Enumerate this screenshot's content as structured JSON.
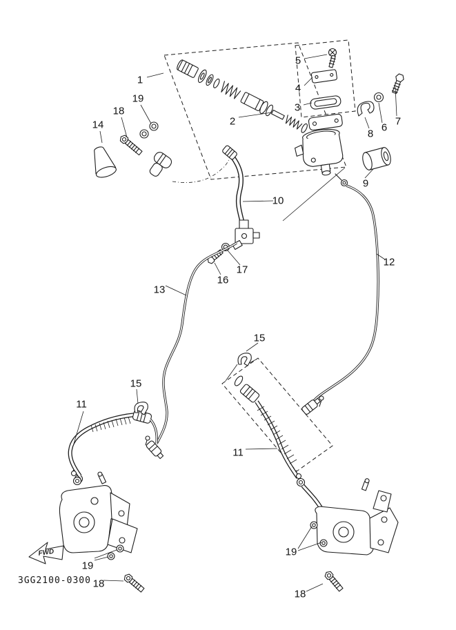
{
  "diagram": {
    "code": "3GG2100-0300",
    "fwd": "FWD",
    "colors": {
      "ink": "#1c1c1c",
      "paper": "#ffffff"
    },
    "labels": [
      {
        "part": "master-cylinder-kit",
        "text": "1"
      },
      {
        "part": "piston-repair-kit",
        "text": "2"
      },
      {
        "part": "reservoir-diaphragm",
        "text": "3"
      },
      {
        "part": "diaphragm-plate",
        "text": "4"
      },
      {
        "part": "reservoir-cap-screw",
        "text": "5"
      },
      {
        "part": "washer",
        "text": "6"
      },
      {
        "part": "flange-bolt",
        "text": "7"
      },
      {
        "part": "hose-holder-clamp",
        "text": "8"
      },
      {
        "part": "damper-bushing",
        "text": "9"
      },
      {
        "part": "upper-brake-hose",
        "text": "10"
      },
      {
        "part": "right-brake-pipe",
        "text": "12"
      },
      {
        "part": "left-brake-pipe",
        "text": "13"
      },
      {
        "part": "dust-boot",
        "text": "14"
      },
      {
        "part": "hose-clamp-middle",
        "text": "15"
      },
      {
        "part": "hose-clamp-left",
        "text": "15"
      },
      {
        "part": "union-bolt",
        "text": "16"
      },
      {
        "part": "union-washer",
        "text": "17"
      },
      {
        "part": "bolt-top-left",
        "text": "18"
      },
      {
        "part": "washers-top-left",
        "text": "19"
      },
      {
        "part": "front-hose-left",
        "text": "11"
      },
      {
        "part": "front-hose-middle",
        "text": "11"
      },
      {
        "part": "washers-bottom-left",
        "text": "19"
      },
      {
        "part": "bolt-bottom-left",
        "text": "18"
      },
      {
        "part": "washers-bottom-right",
        "text": "19"
      },
      {
        "part": "bolt-bottom-right",
        "text": "18"
      }
    ]
  }
}
